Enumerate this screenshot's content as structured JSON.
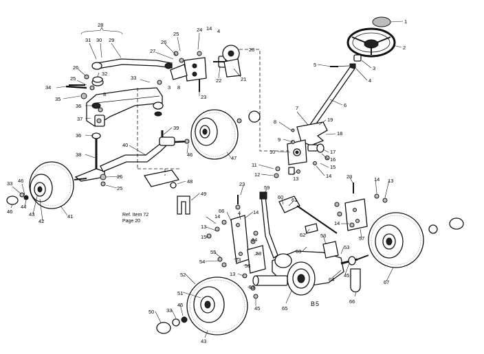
{
  "diagram": {
    "callouts": {
      "p1": "1",
      "p2": "2",
      "p3": "3",
      "p4": "4",
      "p5": "5",
      "p6": "6",
      "p7": "7",
      "p8": "8",
      "p9": "9",
      "p10": "10",
      "p11": "11",
      "p12": "12",
      "p13": "13",
      "p14": "14",
      "p15": "15",
      "p16": "16",
      "p17": "17",
      "p18": "18",
      "p19": "19",
      "p20": "20",
      "p21": "21",
      "p22": "22",
      "p23": "23",
      "p24": "24",
      "p25": "25",
      "p26": "26",
      "p27": "27",
      "p28": "28",
      "p29": "29",
      "p30": "30",
      "p31": "31",
      "p32": "32",
      "p33": "33",
      "p34": "34",
      "p35": "35",
      "p36": "36",
      "p37": "37",
      "p38": "38",
      "p39": "39",
      "p40": "40",
      "p41": "41",
      "p42": "42",
      "p43": "43",
      "p44": "44",
      "p45": "45",
      "p46": "46",
      "p47": "47",
      "p48": "48",
      "p49": "49",
      "p50": "50",
      "p51": "51",
      "p52": "52",
      "p53": "53",
      "p54": "54",
      "p55": "55",
      "p56": "56",
      "p57": "57",
      "p58": "58",
      "p59": "59",
      "p60": "60",
      "p61": "61",
      "p62": "62",
      "p63": "63",
      "p64": "64",
      "p65": "65",
      "p66": "66",
      "p67": "67"
    },
    "ref_note_line1": "Ref. Item 72",
    "ref_note_line2": "Page 20",
    "stamp": "B5"
  }
}
